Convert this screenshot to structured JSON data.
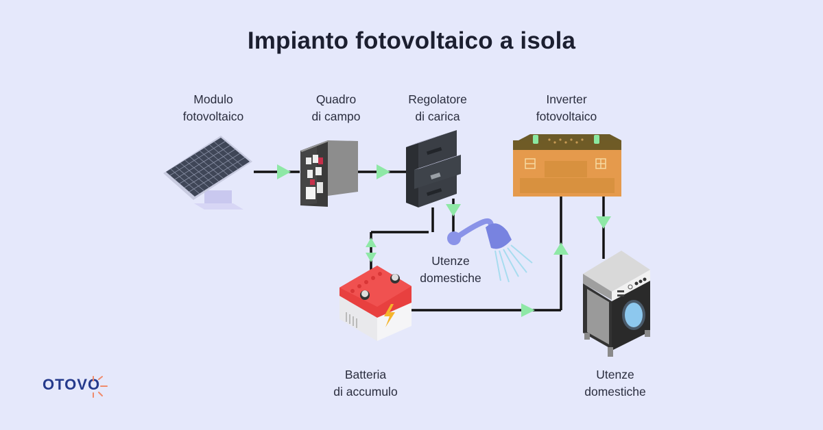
{
  "title": "Impianto fotovoltaico a isola",
  "components": {
    "pv_module": {
      "line1": "Modulo",
      "line2": "fotovoltaico",
      "icon": "solar-panel-icon"
    },
    "field_panel": {
      "line1": "Quadro",
      "line2": "di campo",
      "icon": "electrical-cabinet-icon"
    },
    "charge_controller": {
      "line1": "Regolatore",
      "line2": "di carica",
      "icon": "charge-controller-icon"
    },
    "inverter": {
      "line1": "Inverter",
      "line2": "fotovoltaico",
      "icon": "inverter-icon"
    },
    "battery": {
      "line1": "Batteria",
      "line2": "di accumulo",
      "icon": "battery-icon"
    },
    "dc_loads": {
      "line1": "Utenze",
      "line2": "domestiche",
      "icon": "shower-icon"
    },
    "ac_loads": {
      "line1": "Utenze",
      "line2": "domestiche",
      "icon": "washing-machine-icon"
    }
  },
  "colors": {
    "background": "#e5e8fb",
    "arrow": "#8ee8a6",
    "line": "#111111",
    "battery_top": "#e8403f",
    "inverter": "#e59a4c",
    "logo": "#253a8c",
    "logo_sun": "#f08a6a"
  },
  "logo": {
    "text": "OTOVO"
  }
}
